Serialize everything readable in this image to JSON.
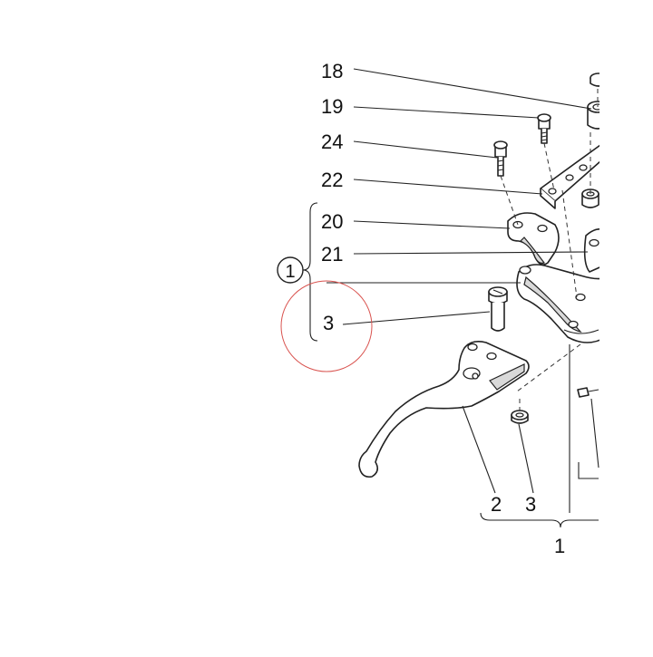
{
  "callouts": {
    "c18": "18",
    "c19": "19",
    "c24": "24",
    "c22": "22",
    "c20": "20",
    "c21": "21",
    "c3_left": "3",
    "c2": "2",
    "c3_bottom": "3",
    "c1": "1",
    "assembly_marker": "1"
  },
  "colors": {
    "highlight_circle": "#d9534f",
    "line": "#222222"
  }
}
